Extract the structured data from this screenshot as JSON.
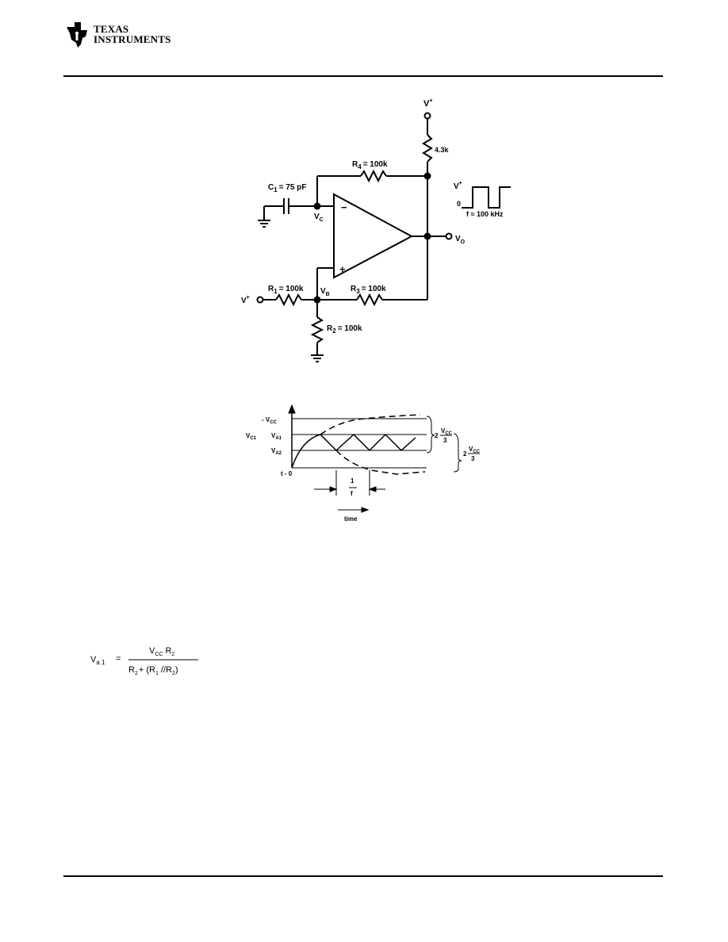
{
  "header": {
    "logo_line1": "Texas",
    "logo_line2": "Instruments",
    "logo_icon": "ti-logo-icon"
  },
  "circuit": {
    "vplus_top": "V",
    "vplus_sup": "+",
    "r_pullup": "4.3k",
    "r4": "R",
    "r4_sub": "4",
    "r4_val": "= 100k",
    "c1": "C",
    "c1_sub": "1",
    "c1_val": "= 75 pF",
    "vc": "V",
    "vc_sub": "C",
    "minus": "−",
    "plus": "+",
    "vo": "V",
    "vo_sub": "O",
    "vb": "V",
    "vb_sub": "B",
    "r1": "R",
    "r1_sub": "1",
    "r1_val": "= 100k",
    "r2": "R",
    "r2_sub": "2",
    "r2_val": "= 100k",
    "r3": "R",
    "r3_sub": "3",
    "r3_val": "= 100k",
    "vin": "V",
    "vin_sup": "+",
    "sq_v": "V",
    "sq_vsup": "+",
    "sq_zero": "0",
    "sq_freq": "f ≈ 100 kHz"
  },
  "waveform": {
    "vcc_label": "- V",
    "vcc_sub": "CC",
    "vc1": "V",
    "vc1_sub": "C1",
    "va1": "V",
    "va1_sub": "A1",
    "va2": "V",
    "va2_sub": "A2",
    "t0": "t - 0",
    "period_num": "1",
    "period_den": "f",
    "time": "time",
    "bracket1_num": "V",
    "bracket1_numsub": "CC",
    "bracket1_den": "3",
    "bracket1_coef": "2",
    "bracket2_num": "V",
    "bracket2_numsub": "CC",
    "bracket2_den": "3",
    "bracket2_coef": "2"
  },
  "equation": {
    "lhs": "V",
    "lhs_sub": "a 1",
    "eq": "=",
    "num": "V",
    "num_sub": "CC",
    "num_r": "R",
    "num_r_sub": "2",
    "den_a": "R",
    "den_a_sub": "2",
    "den_b": "+ (R",
    "den_b_sub": "1",
    "den_c": "//R",
    "den_c_sub": "2",
    "den_d": ")"
  }
}
